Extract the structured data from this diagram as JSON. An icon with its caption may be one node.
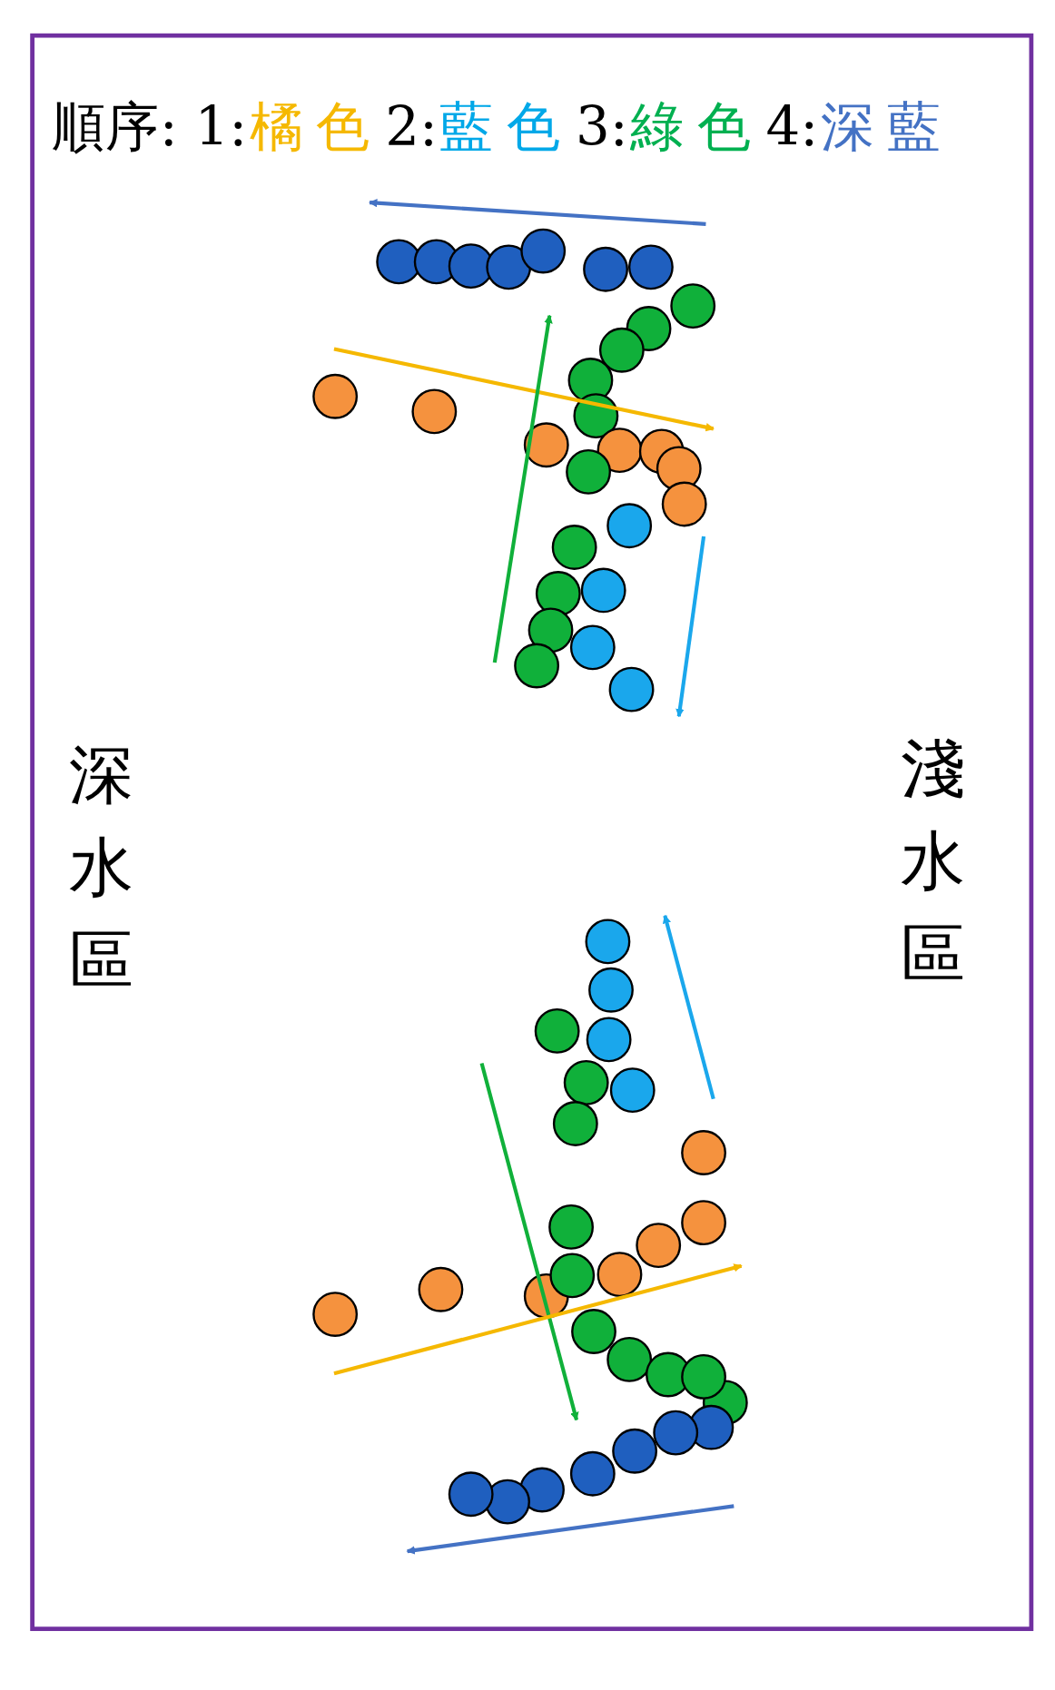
{
  "diagram": {
    "labels": [
      "順序: 1:",
      "橘色",
      "2:",
      "藍色",
      "3:",
      "綠色",
      "4:",
      "深藍",
      "深水區",
      "淺水區"
    ]
  }
}
